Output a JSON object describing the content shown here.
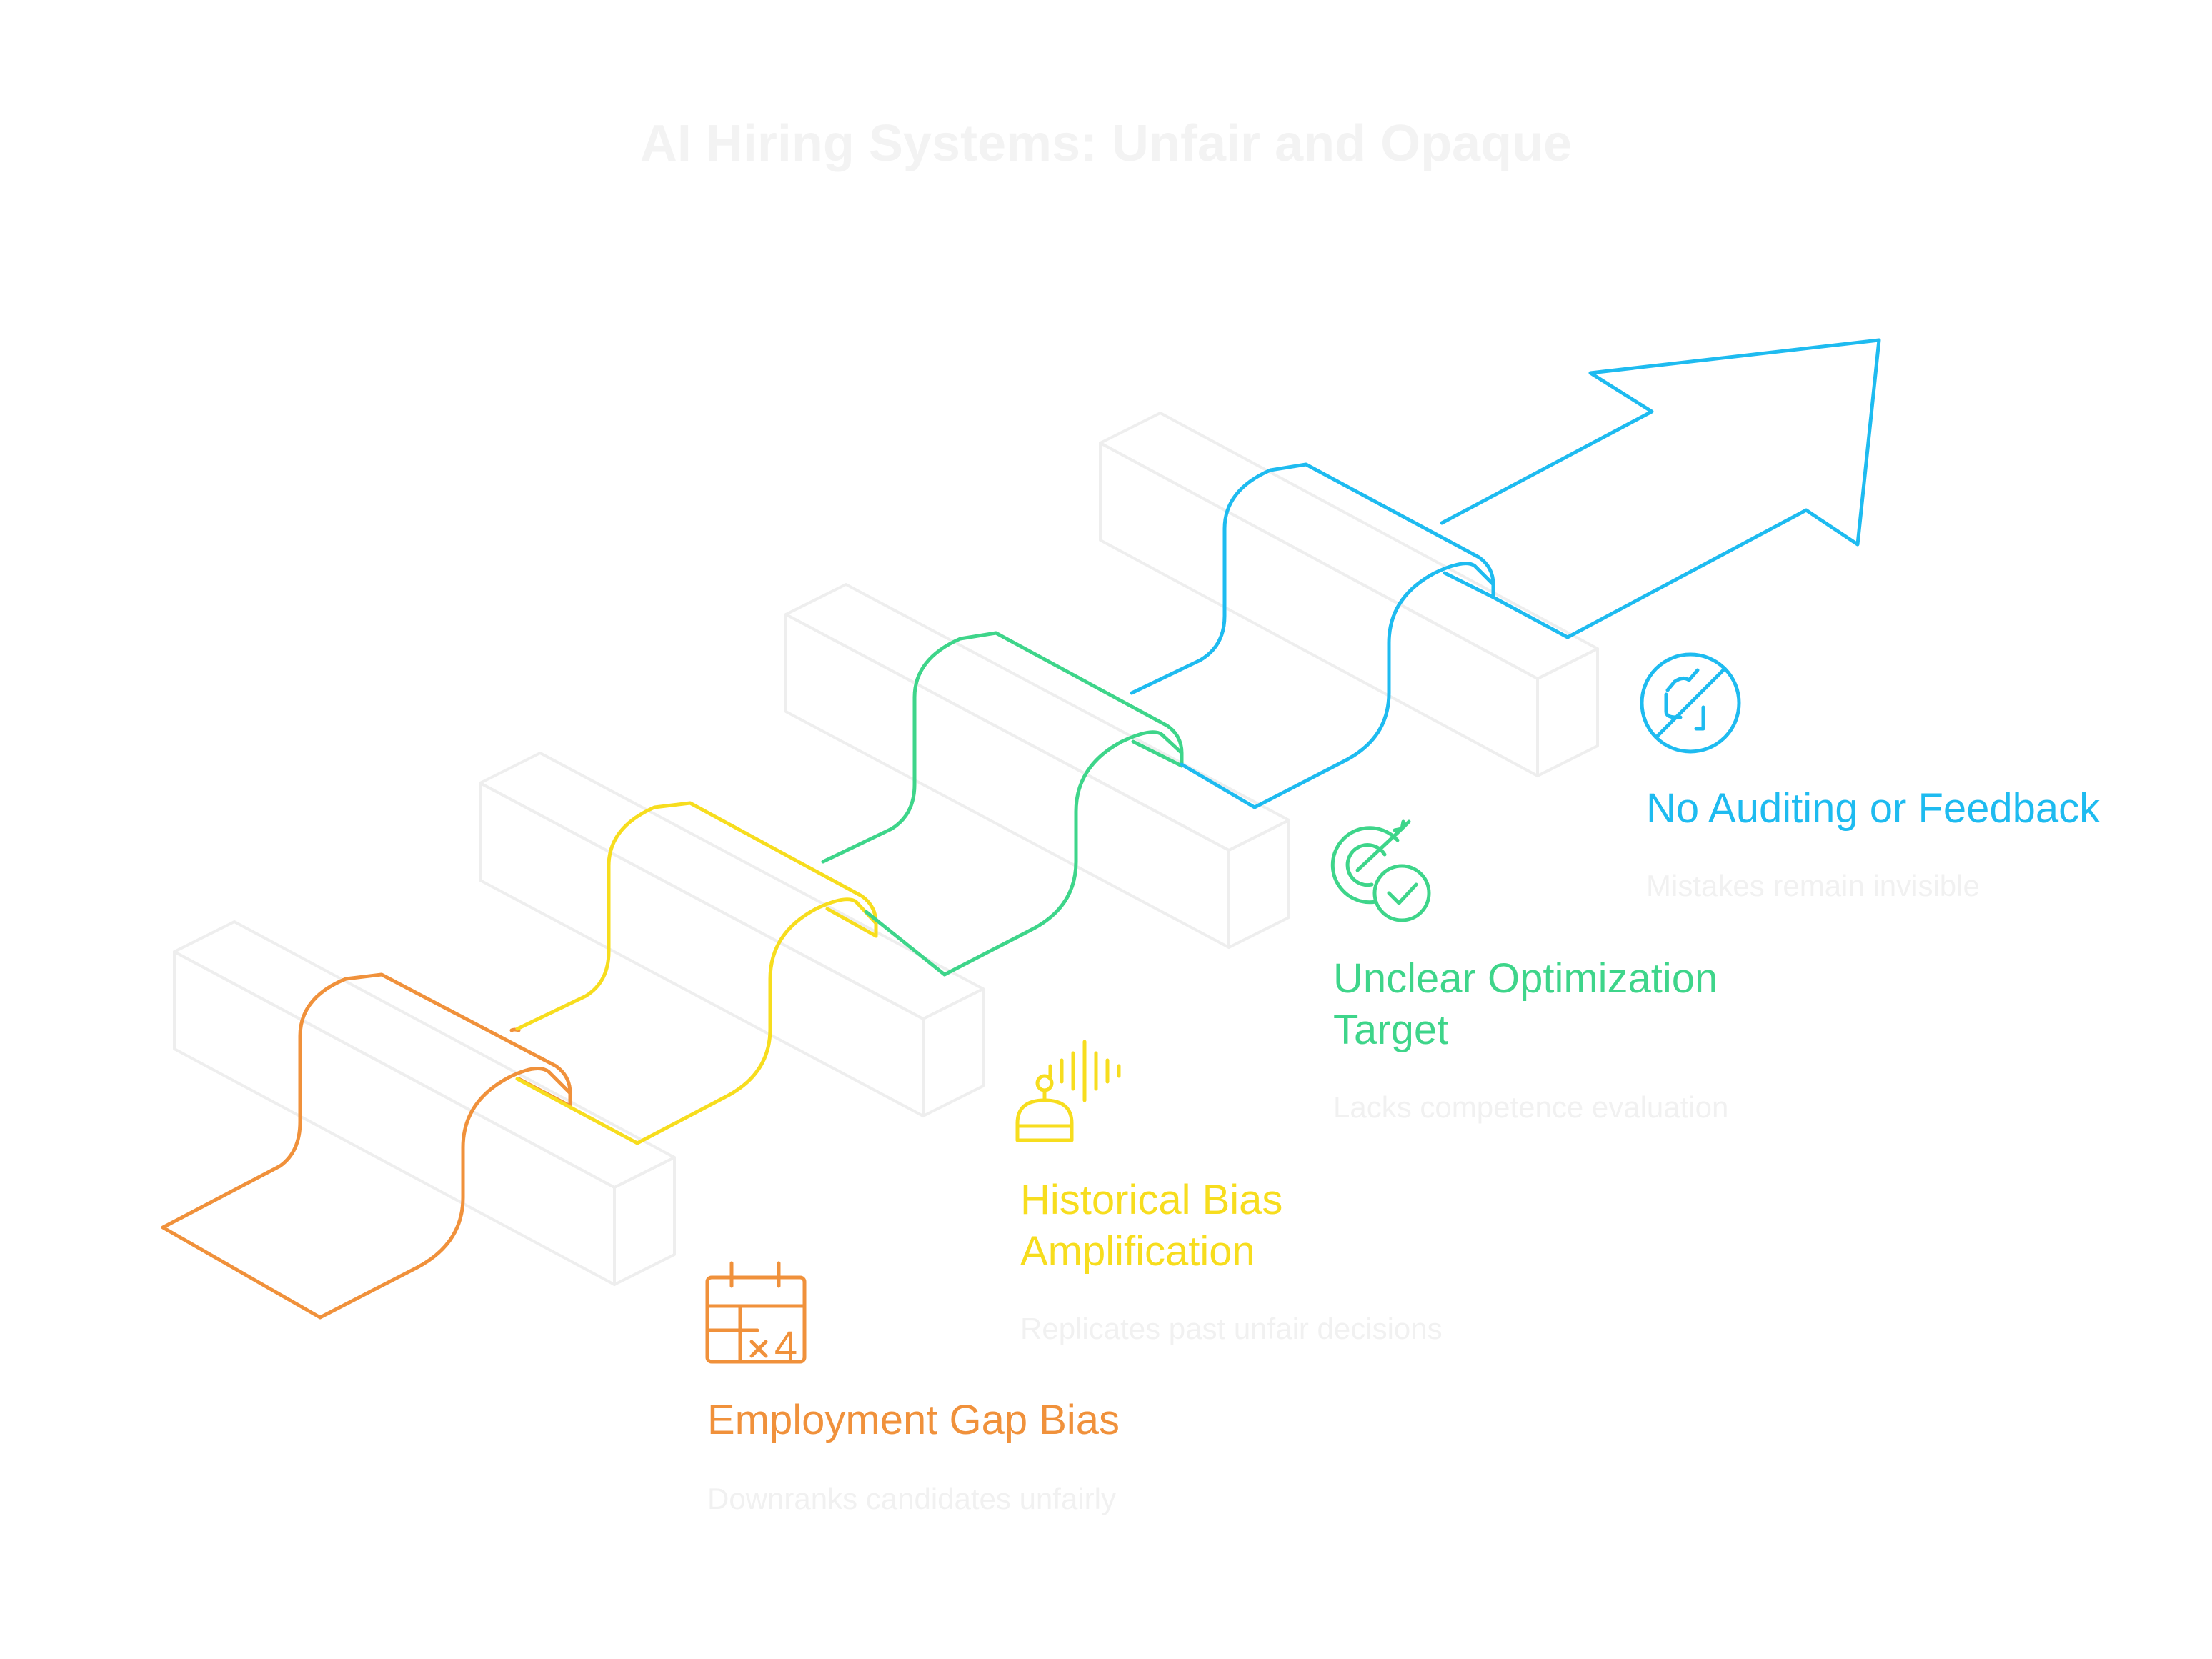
{
  "title": "AI Hiring Systems: Unfair and Opaque",
  "colors": {
    "orange": "#F0913B",
    "yellow": "#F7DD1E",
    "green": "#3ED58A",
    "blue": "#1EBBF0",
    "block": "#eeeeee"
  },
  "steps": [
    {
      "label": "Employment Gap Bias",
      "description": "Downranks candidates unfairly",
      "icon": "calendar-times-four-icon",
      "icon_text": "4"
    },
    {
      "label_line1": "Historical Bias",
      "label_line2": "Amplification",
      "description": "Replicates past unfair decisions",
      "icon": "robot-soundwave-icon"
    },
    {
      "label_line1": "Unclear Optimization",
      "label_line2": "Target",
      "description": "Lacks competence evaluation",
      "icon": "target-check-icon"
    },
    {
      "label": "No Auditing or Feedback",
      "description": "Mistakes remain invisible",
      "icon": "no-feedback-icon"
    }
  ]
}
